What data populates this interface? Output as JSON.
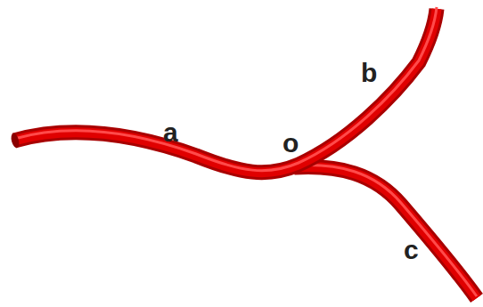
{
  "diagram": {
    "labels": [
      "a",
      "b",
      "c",
      "o"
    ]
  }
}
